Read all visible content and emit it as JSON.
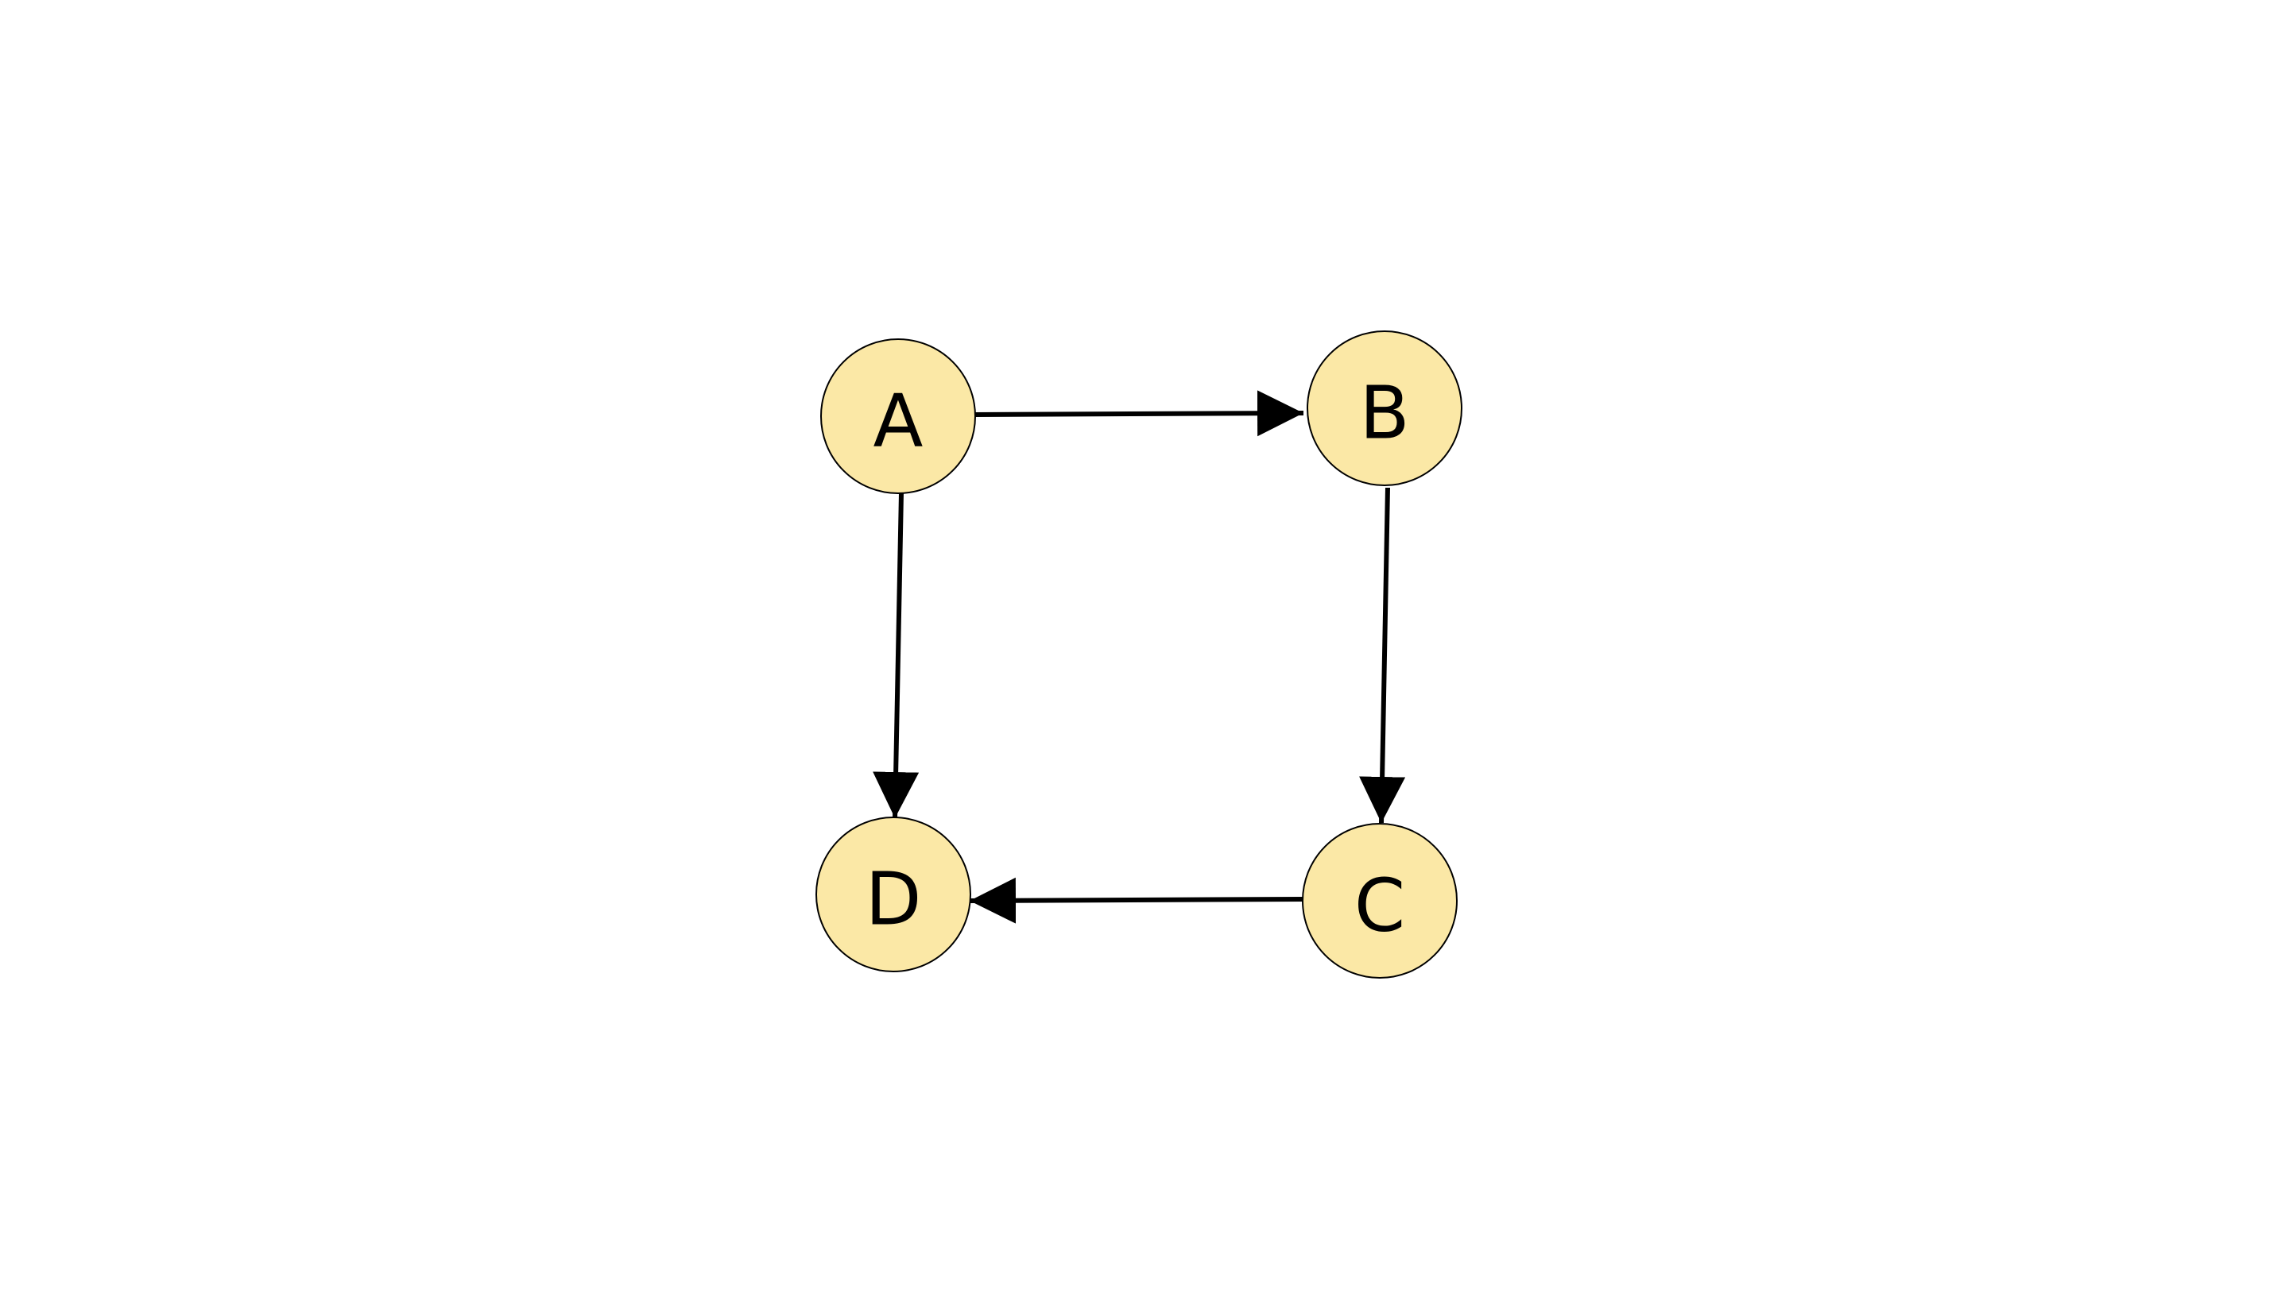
{
  "diagram": {
    "type": "directed-graph",
    "nodes": [
      {
        "id": "A",
        "label": "A"
      },
      {
        "id": "B",
        "label": "B"
      },
      {
        "id": "C",
        "label": "C"
      },
      {
        "id": "D",
        "label": "D"
      }
    ],
    "edges": [
      {
        "from": "A",
        "to": "B"
      },
      {
        "from": "B",
        "to": "C"
      },
      {
        "from": "C",
        "to": "D"
      },
      {
        "from": "A",
        "to": "D"
      }
    ],
    "colors": {
      "node_fill": "#fbe8a6",
      "node_stroke": "#000000",
      "edge": "#000000",
      "background": "#ffffff"
    }
  }
}
